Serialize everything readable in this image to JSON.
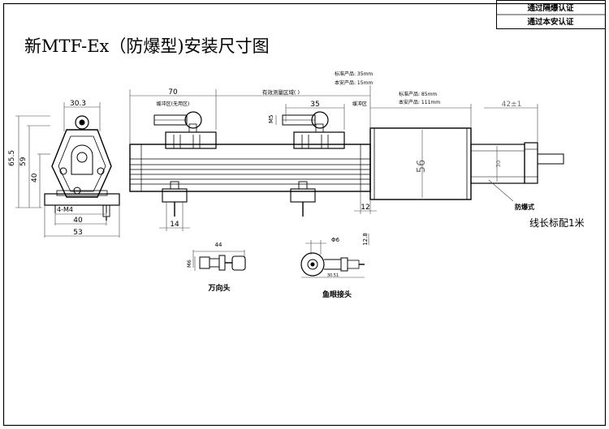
{
  "title": "新MTF-Ex（防爆型)安装尺寸图",
  "certifications": [
    "通过隔爆认证",
    "通过本安认证"
  ],
  "dimensions": {
    "d30_3": "30.3",
    "d65_5": "65.5",
    "d59": "59",
    "d40_left": "40",
    "d40_bottom": "40",
    "d53": "53",
    "d4m4": "4-M4",
    "d70": "70",
    "d35": "35",
    "d14": "14",
    "d12": "12",
    "d56": "56",
    "d30_rod": "30",
    "d42": "42±1",
    "dm5": "M5",
    "d44": "44",
    "dm6": "M6",
    "dphi6": "Φ6",
    "d12_8": "12.8",
    "d30_51": "30.51"
  },
  "labels": {
    "effective_range": "有效测量区域(            )",
    "buffer_zone_left": "缓冲区(无用区)",
    "buffer_zone_right": "缓冲区",
    "std_product_35": "标准产品: 35mm",
    "intrinsic_product_15": "本安产品: 15mm",
    "std_product_85": "标准产品: 85mm",
    "intrinsic_product_111": "本安产品: 111mm",
    "explosion_proof": "防爆式",
    "cable_note": "线长标配1米",
    "universal_joint": "万向头",
    "fish_eye_joint": "鱼眼接头"
  }
}
